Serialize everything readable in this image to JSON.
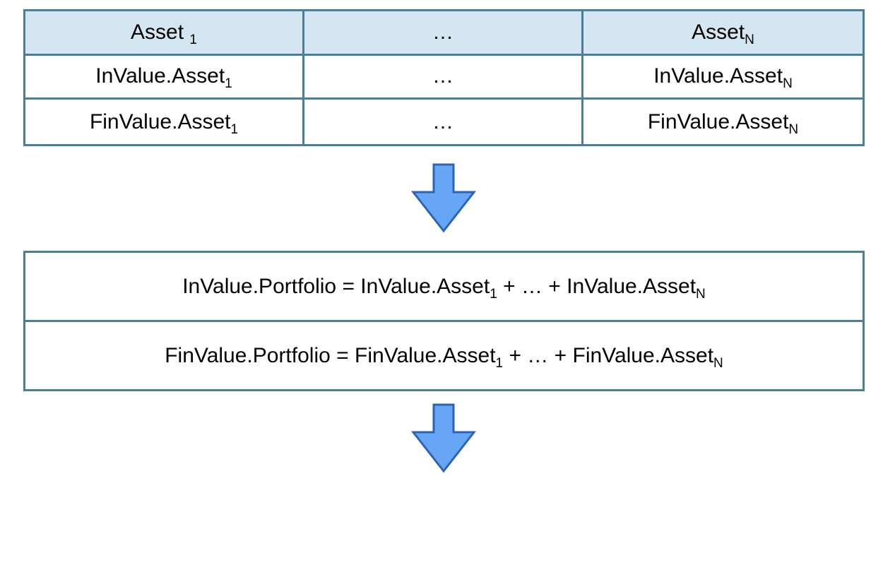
{
  "table": {
    "header": [
      {
        "base": "Asset ",
        "sub": "1"
      },
      {
        "base": "…",
        "sub": ""
      },
      {
        "base": "Asset",
        "sub": "N"
      }
    ],
    "row_invalue": [
      {
        "base": "InValue.Asset",
        "sub": "1"
      },
      {
        "base": "…",
        "sub": ""
      },
      {
        "base": "InValue.Asset",
        "sub": "N"
      }
    ],
    "row_finvalue": [
      {
        "base": "FinValue.Asset",
        "sub": "1"
      },
      {
        "base": "…",
        "sub": ""
      },
      {
        "base": "FinValue.Asset",
        "sub": "N"
      }
    ]
  },
  "portfolio": {
    "invalue": {
      "lhs": "InValue.Portfolio = InValue.Asset",
      "sub1": "1",
      "mid": " + … + InValue.Asset",
      "subN": "N"
    },
    "finvalue": {
      "lhs": "FinValue.Portfolio = FinValue.Asset",
      "sub1": "1",
      "mid": " + … + FinValue.Asset",
      "subN": "N"
    }
  },
  "colors": {
    "border": "#4a7f99",
    "header_fill": "#d4e6f1",
    "arrow_fill": "#66a6f5",
    "arrow_stroke": "#2d64b8"
  }
}
